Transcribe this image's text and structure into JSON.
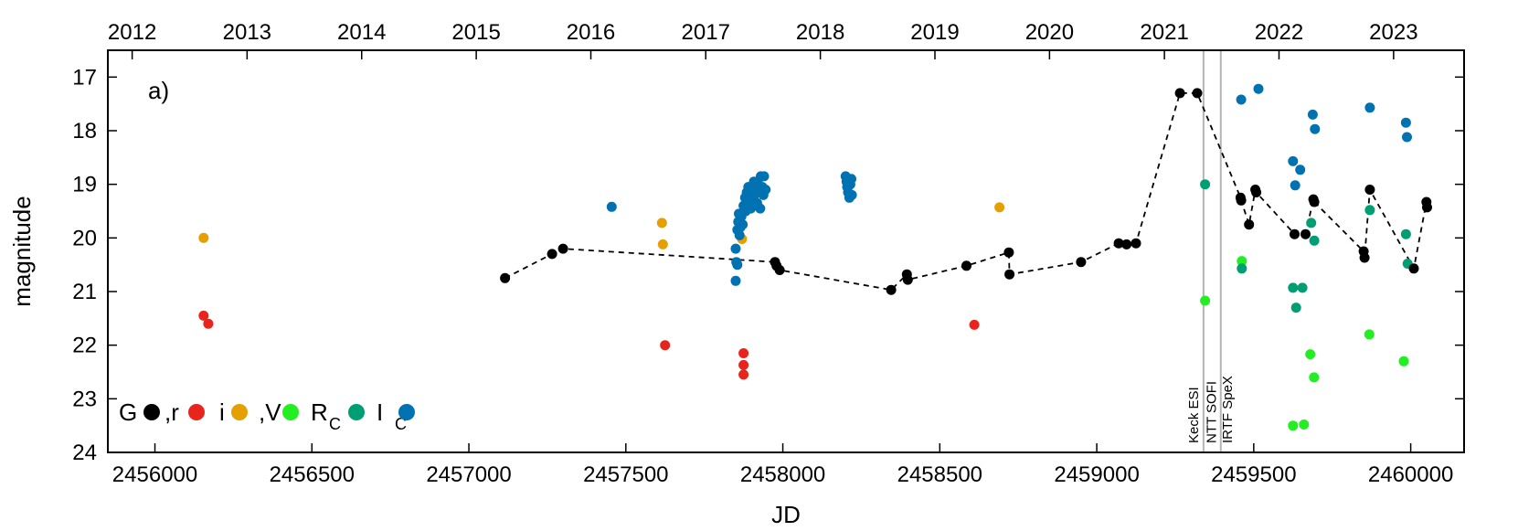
{
  "chart_data": {
    "type": "scatter",
    "xlabel": "JD",
    "ylabel": "magnitude",
    "panel_label": "a)",
    "xlim": [
      2455850,
      2460170
    ],
    "ylim": [
      24,
      16.5
    ],
    "y_inverted": true,
    "grid": false,
    "legend_placement": "bottom-left",
    "x_ticks": [
      "2456000",
      "2456500",
      "2457000",
      "2457500",
      "2458000",
      "2458500",
      "2459000",
      "2459500",
      "2460000"
    ],
    "x_tick_values": [
      2456000,
      2456500,
      2457000,
      2457500,
      2458000,
      2458500,
      2459000,
      2459500,
      2460000
    ],
    "y_ticks": [
      "17",
      "18",
      "19",
      "20",
      "21",
      "22",
      "23",
      "24"
    ],
    "y_tick_values": [
      17,
      18,
      19,
      20,
      21,
      22,
      23,
      24
    ],
    "top_axis_years": [
      "2012",
      "2013",
      "2014",
      "2015",
      "2016",
      "2017",
      "2018",
      "2019",
      "2020",
      "2021",
      "2022",
      "2023"
    ],
    "top_axis_year_jd": [
      2455927.5,
      2456293.5,
      2456658.5,
      2457023.5,
      2457388.5,
      2457754.5,
      2458119.5,
      2458484.5,
      2458849.5,
      2459215.5,
      2459580.5,
      2459945.5
    ],
    "vertical_lines": [
      {
        "x": 2459340,
        "label": "Keck ESI"
      },
      {
        "x": 2459345,
        "label": "NTT SOFI"
      },
      {
        "x": 2459395,
        "label": "IRTF SpeX"
      }
    ],
    "legend": [
      {
        "name": "G",
        "color": "#000000"
      },
      {
        "name": ",r",
        "color": "#e8251c"
      },
      {
        "name": "i",
        "color": "#e69f00"
      },
      {
        "name": ",V",
        "color": "#22ee22"
      },
      {
        "name": "R",
        "sub": "C",
        "color": "#009e73"
      },
      {
        "name": "I",
        "sub": "C",
        "color": "#0072b2"
      }
    ],
    "series": [
      {
        "name": "G",
        "color": "#000000",
        "dashed_line": true,
        "points": [
          [
            2457115,
            20.75
          ],
          [
            2457265,
            20.3
          ],
          [
            2457300,
            20.2
          ],
          [
            2457975,
            20.45
          ],
          [
            2457980,
            20.52
          ],
          [
            2457990,
            20.6
          ],
          [
            2458345,
            20.97
          ],
          [
            2458395,
            20.68
          ],
          [
            2458398,
            20.78
          ],
          [
            2458585,
            20.52
          ],
          [
            2458720,
            20.27
          ],
          [
            2458722,
            20.68
          ],
          [
            2458950,
            20.45
          ],
          [
            2459070,
            20.1
          ],
          [
            2459095,
            20.12
          ],
          [
            2459125,
            20.1
          ],
          [
            2459265,
            17.3
          ],
          [
            2459320,
            17.3
          ],
          [
            2459458,
            19.25
          ],
          [
            2459460,
            19.3
          ],
          [
            2459485,
            19.75
          ],
          [
            2459505,
            19.1
          ],
          [
            2459508,
            19.15
          ],
          [
            2459630,
            19.93
          ],
          [
            2459665,
            19.93
          ],
          [
            2459690,
            19.28
          ],
          [
            2459693,
            19.33
          ],
          [
            2459850,
            20.25
          ],
          [
            2459853,
            20.37
          ],
          [
            2459870,
            19.1
          ],
          [
            2460010,
            20.57
          ],
          [
            2460050,
            19.33
          ],
          [
            2460052,
            19.43
          ]
        ]
      },
      {
        "name": "r",
        "color": "#e8251c",
        "points": [
          [
            2456155,
            21.45
          ],
          [
            2456170,
            21.6
          ],
          [
            2457625,
            22.0
          ],
          [
            2457875,
            22.15
          ],
          [
            2457875,
            22.37
          ],
          [
            2457875,
            22.55
          ],
          [
            2458610,
            21.62
          ]
        ]
      },
      {
        "name": "i",
        "color": "#e69f00",
        "points": [
          [
            2456155,
            20.0
          ],
          [
            2457615,
            19.72
          ],
          [
            2457618,
            20.12
          ],
          [
            2457870,
            20.02
          ],
          [
            2458690,
            19.43
          ]
        ]
      },
      {
        "name": "V",
        "color": "#22ee22",
        "points": [
          [
            2459345,
            21.17
          ],
          [
            2459462,
            20.43
          ],
          [
            2459625,
            23.5
          ],
          [
            2459660,
            23.48
          ],
          [
            2459680,
            22.17
          ],
          [
            2459692,
            22.6
          ],
          [
            2459868,
            21.8
          ],
          [
            2459978,
            22.3
          ]
        ]
      },
      {
        "name": "RC",
        "color": "#009e73",
        "points": [
          [
            2459345,
            19.0
          ],
          [
            2459462,
            20.57
          ],
          [
            2459625,
            20.93
          ],
          [
            2459635,
            21.3
          ],
          [
            2459655,
            20.93
          ],
          [
            2459683,
            19.72
          ],
          [
            2459693,
            20.05
          ],
          [
            2459870,
            19.48
          ],
          [
            2459985,
            19.93
          ],
          [
            2459990,
            20.48
          ]
        ]
      },
      {
        "name": "IC",
        "color": "#0072b2",
        "points": [
          [
            2457455,
            19.42
          ],
          [
            2457850,
            20.8
          ],
          [
            2457852,
            20.45
          ],
          [
            2457855,
            20.5
          ],
          [
            2457850,
            20.2
          ],
          [
            2457855,
            19.85
          ],
          [
            2457858,
            19.7
          ],
          [
            2457860,
            19.55
          ],
          [
            2457862,
            19.95
          ],
          [
            2457865,
            19.8
          ],
          [
            2457868,
            19.6
          ],
          [
            2457872,
            19.75
          ],
          [
            2457875,
            19.4
          ],
          [
            2457880,
            19.25
          ],
          [
            2457882,
            19.5
          ],
          [
            2457885,
            19.15
          ],
          [
            2457888,
            19.35
          ],
          [
            2457890,
            19.05
          ],
          [
            2457895,
            19.25
          ],
          [
            2457898,
            19.45
          ],
          [
            2457900,
            19.1
          ],
          [
            2457905,
            19.3
          ],
          [
            2457908,
            18.95
          ],
          [
            2457910,
            19.2
          ],
          [
            2457915,
            19.05
          ],
          [
            2457918,
            19.35
          ],
          [
            2457920,
            18.95
          ],
          [
            2457925,
            19.15
          ],
          [
            2457928,
            19.45
          ],
          [
            2457930,
            18.85
          ],
          [
            2457935,
            19.05
          ],
          [
            2457938,
            19.2
          ],
          [
            2457940,
            18.85
          ],
          [
            2457945,
            19.1
          ],
          [
            2458200,
            18.85
          ],
          [
            2458203,
            18.95
          ],
          [
            2458205,
            19.05
          ],
          [
            2458208,
            19.15
          ],
          [
            2458210,
            18.9
          ],
          [
            2458212,
            19.25
          ],
          [
            2458215,
            19.0
          ],
          [
            2458218,
            18.9
          ],
          [
            2458220,
            19.2
          ],
          [
            2459460,
            17.42
          ],
          [
            2459515,
            17.22
          ],
          [
            2459625,
            18.57
          ],
          [
            2459632,
            19.02
          ],
          [
            2459648,
            18.73
          ],
          [
            2459688,
            17.7
          ],
          [
            2459695,
            17.97
          ],
          [
            2459870,
            17.57
          ],
          [
            2459985,
            17.85
          ],
          [
            2459988,
            18.12
          ]
        ]
      }
    ]
  }
}
